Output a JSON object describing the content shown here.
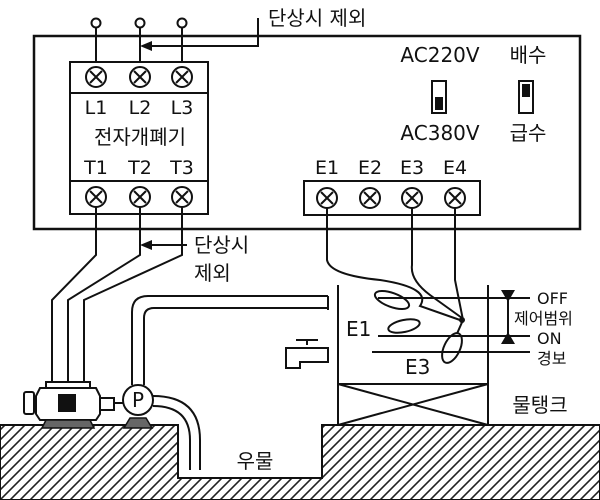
{
  "notes": {
    "remove_single_phase_top": "단상시 제외",
    "remove_single_phase_bottom_line1": "단상시",
    "remove_single_phase_bottom_line2": "제외"
  },
  "contactor": {
    "top_terminals": [
      "L1",
      "L2",
      "L3"
    ],
    "name": "전자개폐기",
    "bottom_terminals": [
      "T1",
      "T2",
      "T3"
    ]
  },
  "switches": {
    "voltage_high": "AC220V",
    "voltage_low": "AC380V",
    "mode_high": "배수",
    "mode_low": "급수"
  },
  "electrode_terminals": [
    "E1",
    "E2",
    "E3",
    "E4"
  ],
  "levels": {
    "off": "OFF",
    "range": "제어범위",
    "on": "ON",
    "alarm": "경보"
  },
  "electrode_labels": {
    "e1": "E1",
    "e3": "E3"
  },
  "pump_symbol": "P",
  "tank_label": "물탱크",
  "well_label": "우물"
}
